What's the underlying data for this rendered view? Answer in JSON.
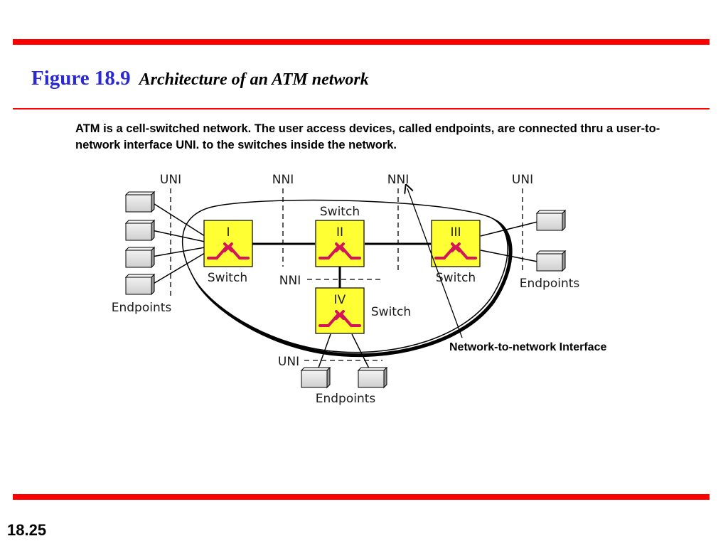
{
  "title": {
    "figure": "Figure 18.9",
    "caption": "Architecture of an ATM network"
  },
  "description": "ATM is a cell-switched network. The user access devices, called endpoints, are connected thru a user-to-network interface UNI. to the switches inside the network.",
  "diagram": {
    "interfaces": {
      "uni_left": "UNI",
      "nni_1": "NNI",
      "nni_2": "NNI",
      "uni_right": "UNI",
      "nni_bottom": "NNI",
      "uni_bottom": "UNI"
    },
    "switches": [
      {
        "numeral": "I",
        "label": "Switch"
      },
      {
        "numeral": "II",
        "label": "Switch"
      },
      {
        "numeral": "III",
        "label": "Switch"
      },
      {
        "numeral": "IV",
        "label": "Switch"
      }
    ],
    "endpoint_groups": {
      "left": "Endpoints",
      "right": "Endpoints",
      "bottom": "Endpoints"
    },
    "callout": "Network-to-network Interface",
    "colors": {
      "switch_fill": "#ffff33",
      "switch_symbol": "#d4145a",
      "rule": "#ff0000",
      "figure_title": "#2a2ad0"
    }
  },
  "footer": {
    "slide_number": "18.25"
  }
}
